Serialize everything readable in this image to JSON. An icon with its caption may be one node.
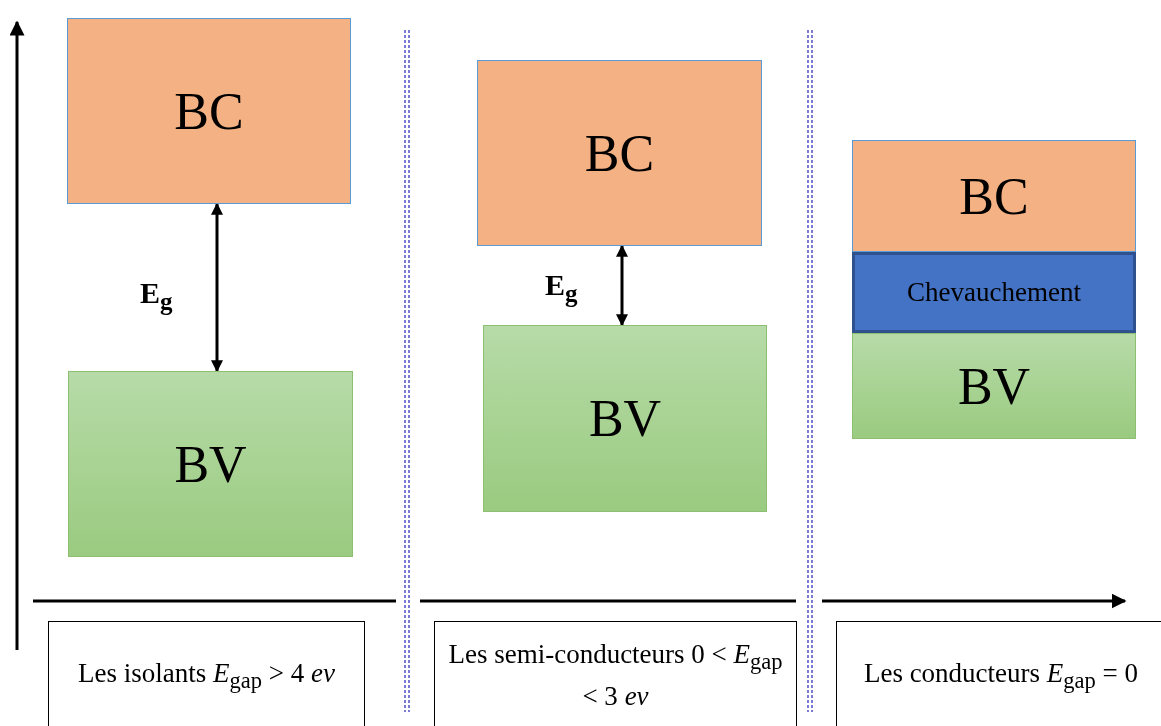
{
  "diagram": {
    "nodes": [
      {
        "text": [
          "BC"
        ]
      },
      {
        "text": [
          "BV"
        ]
      },
      {
        "text": [
          "BC"
        ]
      },
      {
        "text": [
          "BV"
        ]
      },
      {
        "text": [
          "BC"
        ]
      },
      {
        "text": [
          "Chevauchement"
        ]
      },
      {
        "text": [
          "BV"
        ]
      },
      {
        "text": [
          "Les isolants *E*$_{gap}$ > 4 *ev*"
        ]
      },
      {
        "text": [
          "Les semi-conducteurs 0 < *E*$_{gap}$ < 3 *ev*"
        ]
      },
      {
        "text": [
          "Les conducteurs *E*$_{gap}$ = 0"
        ]
      }
    ],
    "edges": [
      {
        "from": 0,
        "to": 1,
        "arrow": "both",
        "label": "E$_{g}$"
      },
      {
        "from": 2,
        "to": 3,
        "arrow": "both",
        "label": "E$_{g}$"
      }
    ]
  }
}
